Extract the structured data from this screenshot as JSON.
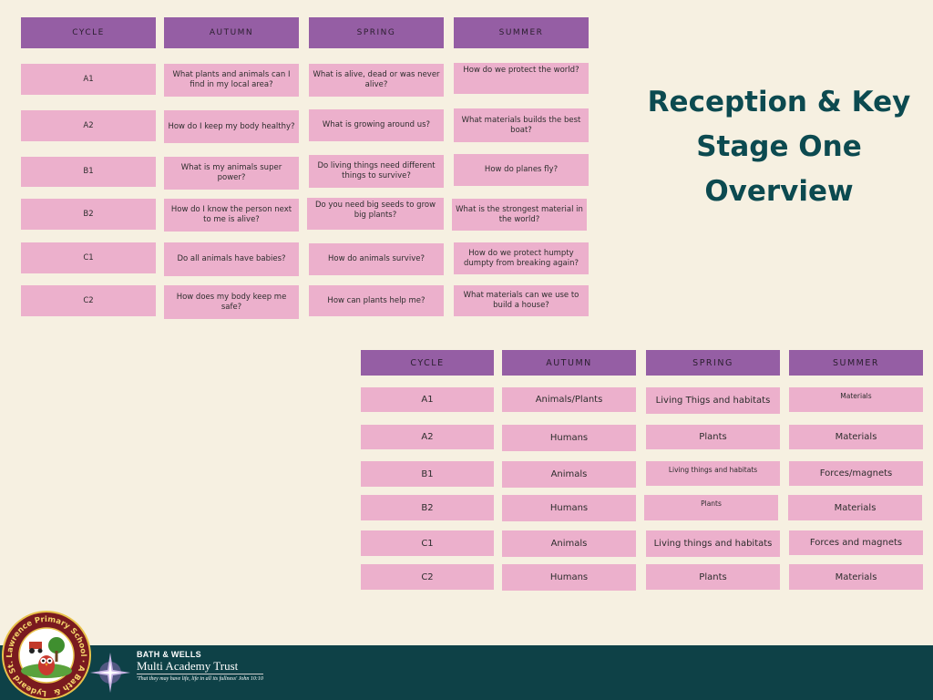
{
  "title_lines": [
    "Reception & Key",
    "Stage One",
    "Overview"
  ],
  "table1": {
    "headers": [
      "CYCLE",
      "AUTUMN",
      "SPRING",
      "SUMMER"
    ],
    "rows": [
      [
        "A1",
        "What plants and animals can I find in my local area?",
        "What is alive, dead or was never alive?",
        "How do we protect the world?"
      ],
      [
        "A2",
        "How do I keep my body healthy?",
        "What is growing around us?",
        "What materials builds the best boat?"
      ],
      [
        "B1",
        "What is my animals super power?",
        "Do living things need different things to survive?",
        "How do planes fly?"
      ],
      [
        "B2",
        "How do I know the person next to me is alive?",
        "Do you need big seeds to grow big plants?",
        "What is the strongest material in the world?"
      ],
      [
        "C1",
        "Do all animals have babies?",
        "How do animals survive?",
        "How do we protect humpty dumpty from breaking again?"
      ],
      [
        "C2",
        "How does my body keep me safe?",
        "How can plants help me?",
        "What materials can we use to build a house?"
      ]
    ]
  },
  "table2": {
    "headers": [
      "CYCLE",
      "AUTUMN",
      "SPRING",
      "SUMMER"
    ],
    "rows": [
      [
        "A1",
        "Animals/Plants",
        "Living Thigs and habitats",
        "Materials"
      ],
      [
        "A2",
        "Humans",
        "Plants",
        "Materials"
      ],
      [
        "B1",
        "Animals",
        "Living things and habitats",
        "Forces/magnets"
      ],
      [
        "B2",
        "Humans",
        "Plants",
        "Materials"
      ],
      [
        "C1",
        "Animals",
        "Living things and habitats",
        "Forces and magnets"
      ],
      [
        "C2",
        "Humans",
        "Plants",
        "Materials"
      ]
    ]
  },
  "logo": {
    "school_ring_text": "Lydeard St. Lawrence Primary School · A Bath & Wells Academy"
  },
  "trust": {
    "line1": "BATH & WELLS",
    "line2": "Multi Academy Trust",
    "line3": "'That they may have life, life in all its fullness' John 10:10"
  },
  "colors": {
    "background": "#f6f0e1",
    "header_purple": "#955ea4",
    "cell_pink": "#ecb0cc",
    "title_teal": "#0c4a50",
    "footer_teal": "#0e4147"
  }
}
